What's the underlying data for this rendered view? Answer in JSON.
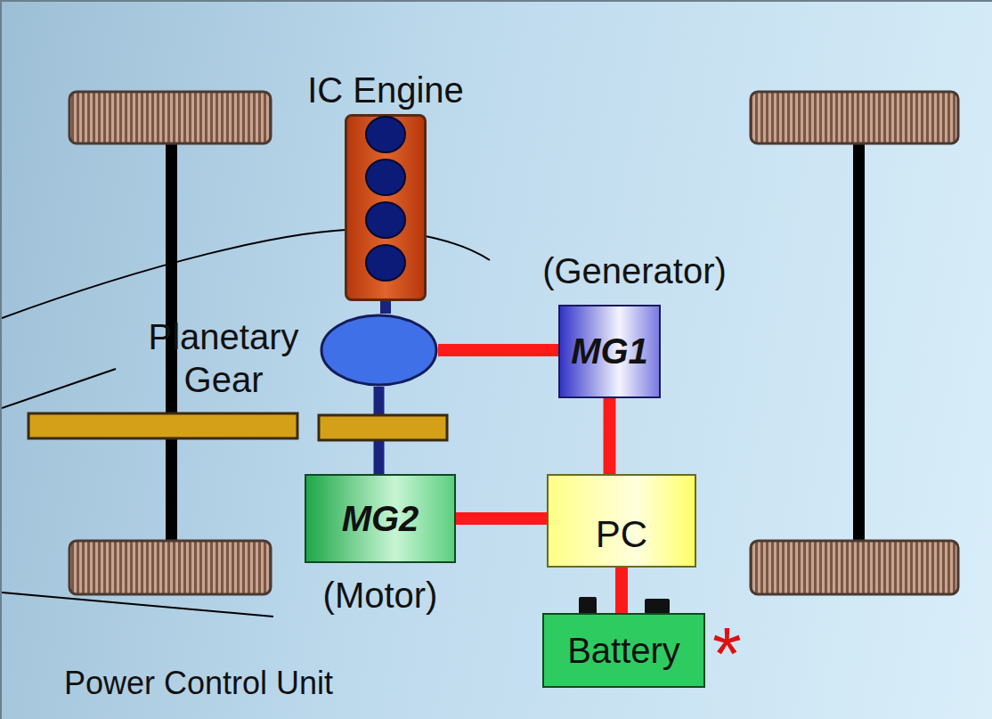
{
  "diagram": {
    "nodes": [
      {
        "text": [
          "IC Engine"
        ]
      },
      {
        "text": [
          "Planetary Gear"
        ]
      },
      {
        "text": [
          "(Generator)",
          "MG1"
        ]
      },
      {
        "text": [
          "MG2",
          "(Motor)"
        ]
      },
      {
        "text": [
          "PC"
        ]
      },
      {
        "text": [
          "Battery"
        ]
      }
    ],
    "edges": [
      {
        "from": 0,
        "to": 1,
        "arrow": "none"
      },
      {
        "from": 1,
        "to": 2,
        "arrow": "none"
      },
      {
        "from": 1,
        "to": 3,
        "arrow": "none"
      },
      {
        "from": 2,
        "to": 4,
        "arrow": "none"
      },
      {
        "from": 3,
        "to": 4,
        "arrow": "none"
      },
      {
        "from": 4,
        "to": 5,
        "arrow": "none"
      }
    ],
    "labels": [
      "*",
      "Power Control Unit"
    ]
  }
}
